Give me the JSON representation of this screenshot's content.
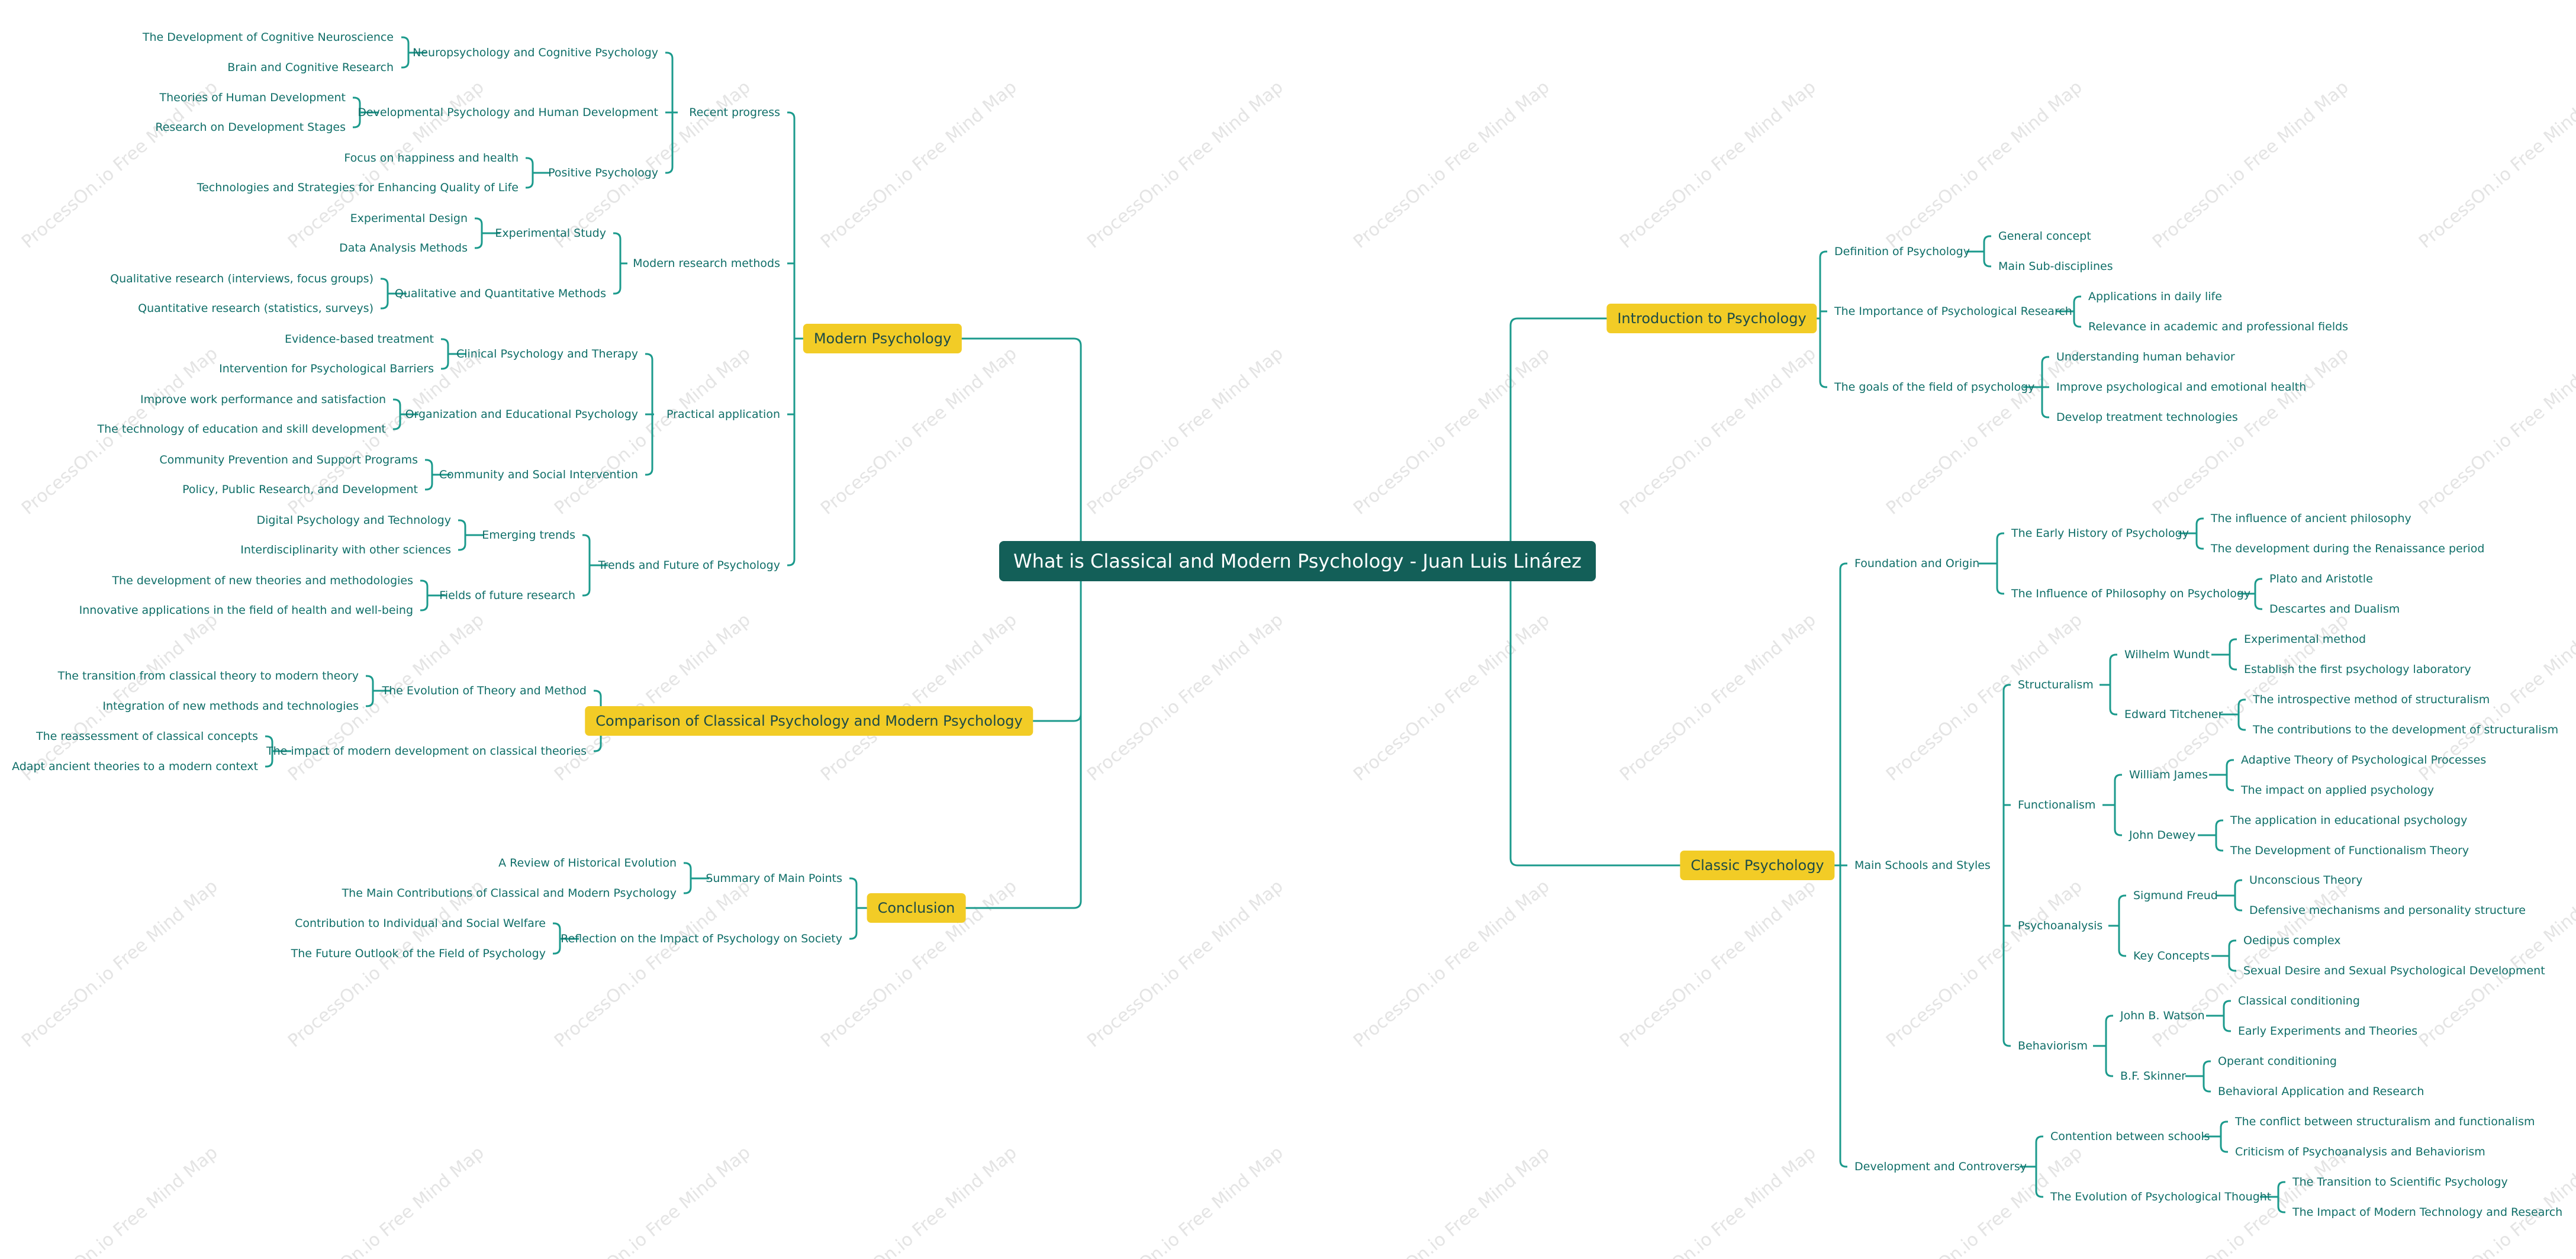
{
  "title": "What is Classical and Modern Psychology - Juan Luis Linárez",
  "watermark": "ProcessOn.io Free Mind Map",
  "colors": {
    "line": "#1b9a8c",
    "root_bg": "#135f58",
    "branch_bg": "#f2cc26",
    "text": "#0f6e68"
  },
  "branches": {
    "modern": {
      "label": "Modern Psychology",
      "recent_progress": {
        "label": "Recent progress",
        "neuro": {
          "label": "Neuropsychology and Cognitive Psychology",
          "items": [
            "The Development of Cognitive Neuroscience",
            "Brain and Cognitive Research"
          ]
        },
        "developmental": {
          "label": "Developmental Psychology and Human Development",
          "items": [
            "Theories of Human Development",
            "Research on Development Stages"
          ]
        },
        "positive": {
          "label": "Positive Psychology",
          "items": [
            "Focus on happiness and health",
            "Technologies and Strategies for Enhancing Quality of Life"
          ]
        }
      },
      "research_methods": {
        "label": "Modern research methods",
        "experimental": {
          "label": "Experimental Study",
          "items": [
            "Experimental Design",
            "Data Analysis Methods"
          ]
        },
        "qualquant": {
          "label": "Qualitative and Quantitative Methods",
          "items": [
            "Qualitative research (interviews, focus groups)",
            "Quantitative research (statistics, surveys)"
          ]
        }
      },
      "practical": {
        "label": "Practical application",
        "clinical": {
          "label": "Clinical Psychology and Therapy",
          "items": [
            "Evidence-based treatment",
            "Intervention for Psychological Barriers"
          ]
        },
        "organization": {
          "label": "Organization and Educational Psychology",
          "items": [
            "Improve work performance and satisfaction",
            "The technology of education and skill development"
          ]
        },
        "community": {
          "label": "Community and Social Intervention",
          "items": [
            "Community Prevention and Support Programs",
            "Policy, Public Research, and Development"
          ]
        }
      },
      "trends": {
        "label": "Trends and Future of Psychology",
        "emerging": {
          "label": "Emerging trends",
          "items": [
            "Digital Psychology and Technology",
            "Interdisciplinarity with other sciences"
          ]
        },
        "future": {
          "label": "Fields of future research",
          "items": [
            "The development of new theories and methodologies",
            "Innovative applications in the field of health and well-being"
          ]
        }
      }
    },
    "comparison": {
      "label": "Comparison of Classical Psychology and Modern Psychology",
      "evolution": {
        "label": "The Evolution of Theory and Method",
        "items": [
          "The transition from classical theory to modern theory",
          "Integration of new methods and technologies"
        ]
      },
      "impact": {
        "label": "The impact of modern development on classical theories",
        "items": [
          "The reassessment of classical concepts",
          "Adapt ancient theories to a modern context"
        ]
      }
    },
    "conclusion": {
      "label": "Conclusion",
      "summary": {
        "label": "Summary of Main Points",
        "items": [
          "A Review of Historical Evolution",
          "The Main Contributions of Classical and Modern Psychology"
        ]
      },
      "reflection": {
        "label": "Reflection on the Impact of Psychology on Society",
        "items": [
          "Contribution to Individual and Social Welfare",
          "The Future Outlook of the Field of Psychology"
        ]
      }
    },
    "intro": {
      "label": "Introduction to Psychology",
      "definition": {
        "label": "Definition of Psychology",
        "items": [
          "General concept",
          "Main Sub-disciplines"
        ]
      },
      "importance": {
        "label": "The Importance of Psychological Research",
        "items": [
          "Applications in daily life",
          "Relevance in academic and professional fields"
        ]
      },
      "goals": {
        "label": "The goals of the field of psychology",
        "items": [
          "Understanding human behavior",
          "Improve psychological and emotional health",
          "Develop treatment technologies"
        ]
      }
    },
    "classic": {
      "label": "Classic Psychology",
      "foundation": {
        "label": "Foundation and Origin",
        "early": {
          "label": "The Early History of Psychology",
          "items": [
            "The influence of ancient philosophy",
            "The development during the Renaissance period"
          ]
        },
        "philosophy": {
          "label": "The Influence of Philosophy on Psychology",
          "items": [
            "Plato and Aristotle",
            "Descartes and Dualism"
          ]
        }
      },
      "schools": {
        "label": "Main Schools and Styles",
        "structuralism": {
          "label": "Structuralism",
          "wundt": {
            "label": "Wilhelm Wundt",
            "items": [
              "Experimental method",
              "Establish the first psychology laboratory"
            ]
          },
          "titchener": {
            "label": "Edward Titchener",
            "items": [
              "The introspective method of structuralism",
              "The contributions to the development of structuralism"
            ]
          }
        },
        "functionalism": {
          "label": "Functionalism",
          "james": {
            "label": "William James",
            "items": [
              "Adaptive Theory of Psychological Processes",
              "The impact on applied psychology"
            ]
          },
          "dewey": {
            "label": "John Dewey",
            "items": [
              "The application in educational psychology",
              "The Development of Functionalism Theory"
            ]
          }
        },
        "psychoanalysis": {
          "label": "Psychoanalysis",
          "freud": {
            "label": "Sigmund Freud",
            "items": [
              "Unconscious Theory",
              "Defensive mechanisms and personality structure"
            ]
          },
          "concepts": {
            "label": "Key Concepts",
            "items": [
              "Oedipus complex",
              "Sexual Desire and Sexual Psychological Development"
            ]
          }
        },
        "behaviorism": {
          "label": "Behaviorism",
          "watson": {
            "label": "John B. Watson",
            "items": [
              "Classical conditioning",
              "Early Experiments and Theories"
            ]
          },
          "skinner": {
            "label": "B.F. Skinner",
            "items": [
              "Operant conditioning",
              "Behavioral Application and Research"
            ]
          }
        }
      },
      "development": {
        "label": "Development and Controversy",
        "contention": {
          "label": "Contention between schools",
          "items": [
            "The conflict between structuralism and functionalism",
            "Criticism of Psychoanalysis and Behaviorism"
          ]
        },
        "evolution": {
          "label": "The Evolution of Psychological Thought",
          "items": [
            "The Transition to Scientific Psychology",
            "The Impact of Modern Technology and Research"
          ]
        }
      }
    }
  }
}
